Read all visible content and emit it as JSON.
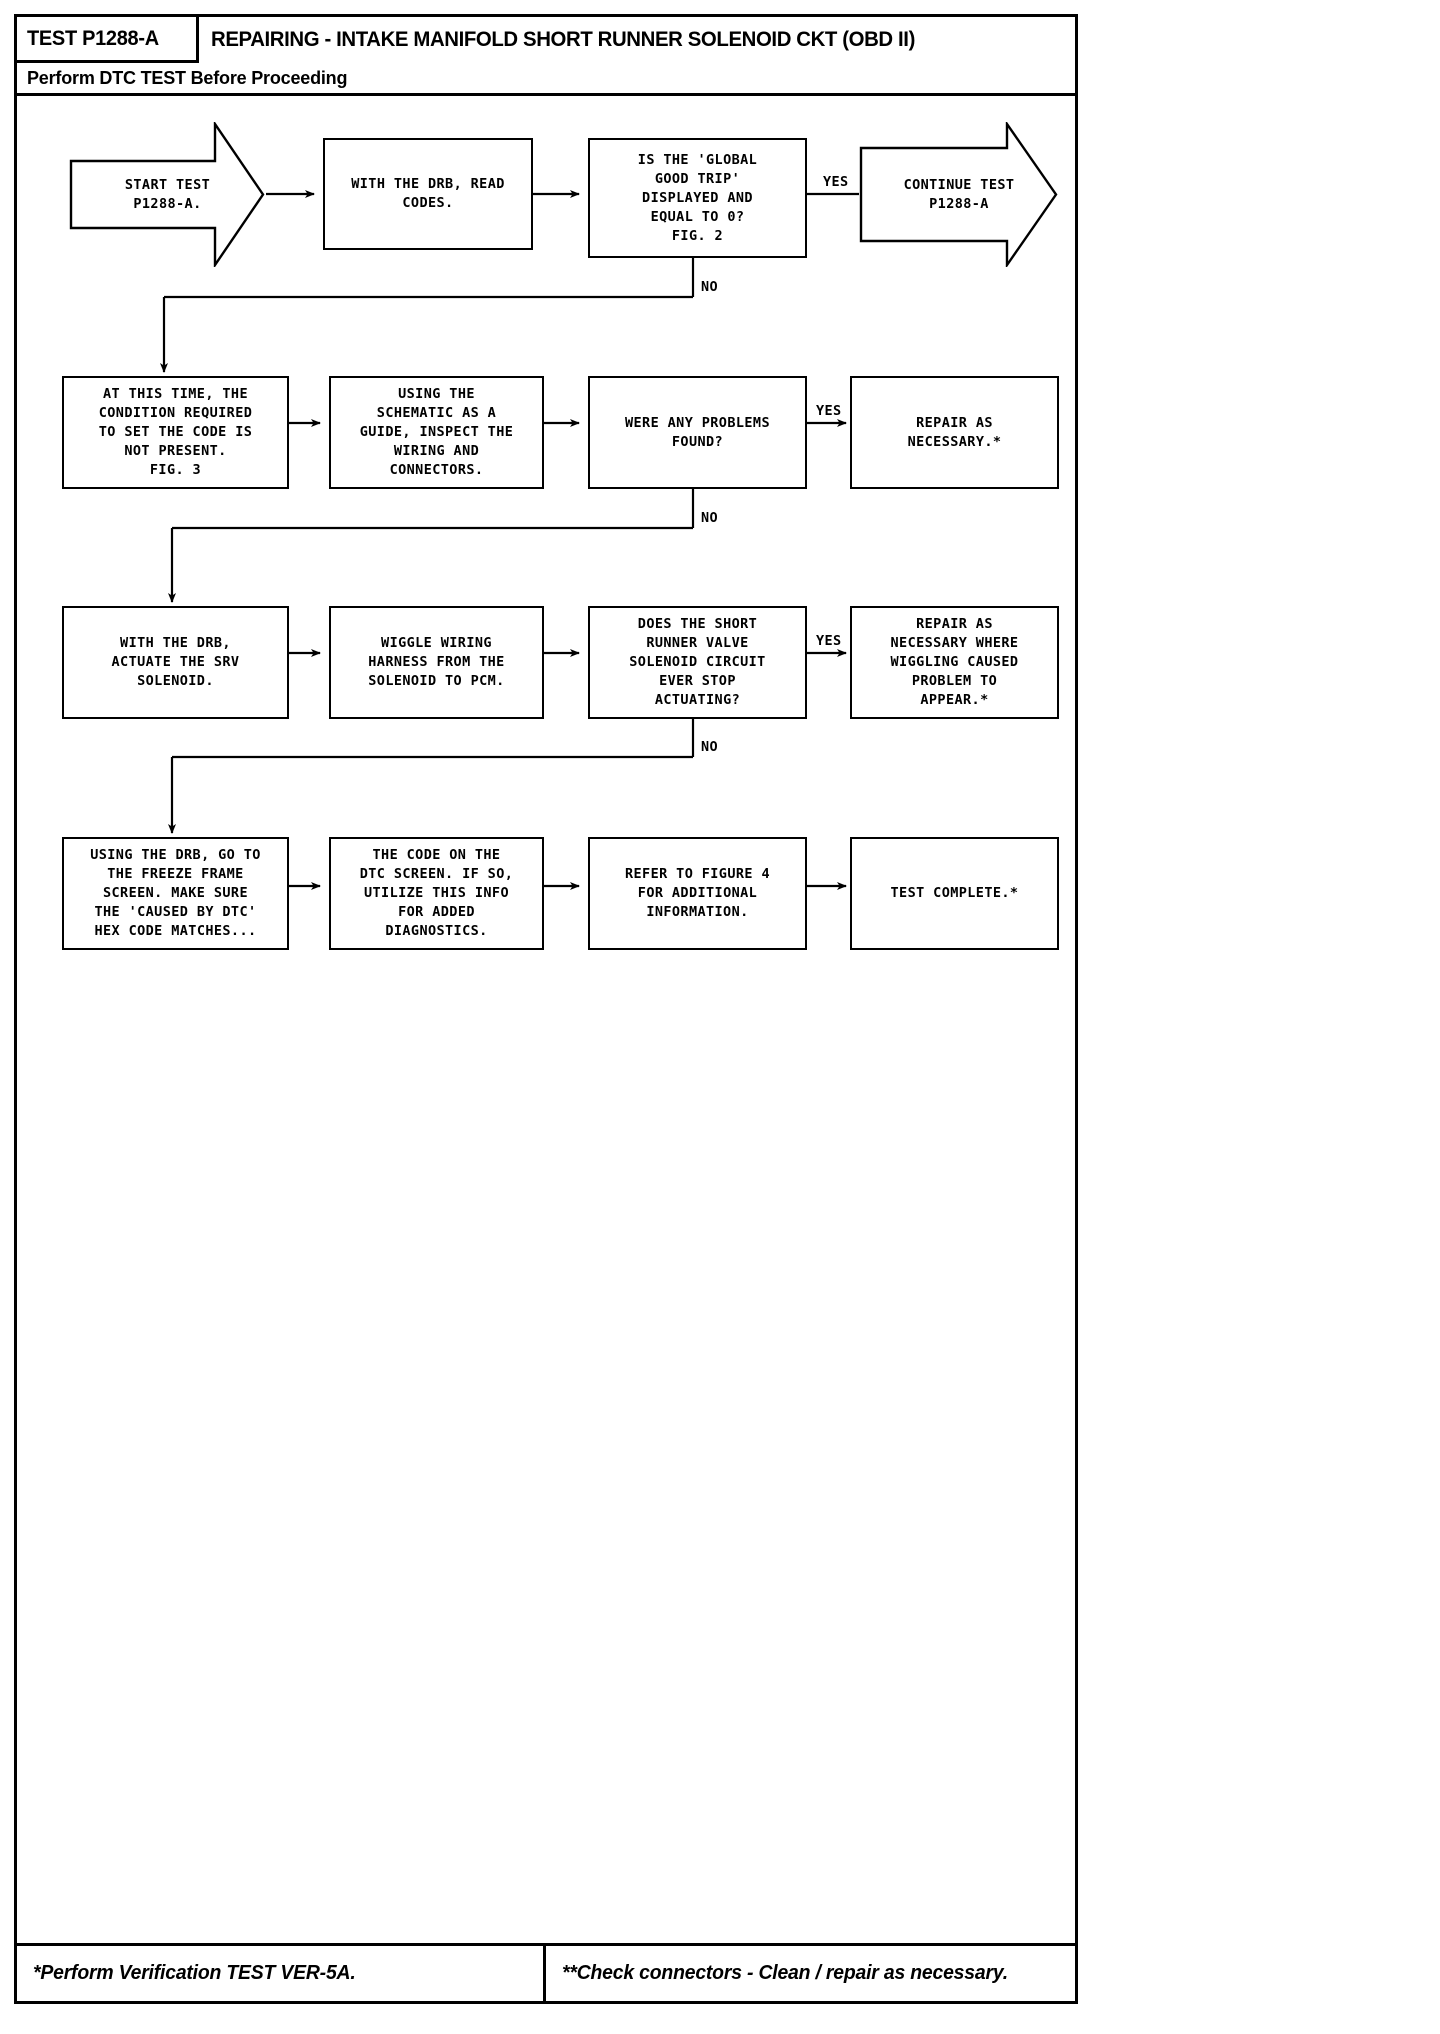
{
  "header": {
    "test_id": "TEST P1288-A",
    "title": "REPAIRING - INTAKE MANIFOLD SHORT RUNNER SOLENOID CKT (OBD II)",
    "subtitle": "Perform DTC TEST Before Proceeding"
  },
  "flow": {
    "nodes": [
      {
        "id": "start",
        "shape": "arrow-right",
        "text": "START TEST\nP1288-A."
      },
      {
        "id": "read-codes",
        "shape": "box",
        "text": "WITH THE DRB, READ\nCODES."
      },
      {
        "id": "ggt-check",
        "shape": "box",
        "text": "IS THE 'GLOBAL\nGOOD TRIP'\nDISPLAYED AND\nEQUAL TO 0?\nFIG. 2"
      },
      {
        "id": "continue",
        "shape": "arrow-right",
        "text": "CONTINUE TEST\nP1288-A"
      },
      {
        "id": "not-present",
        "shape": "box",
        "text": "AT THIS TIME, THE\nCONDITION REQUIRED\nTO SET THE CODE IS\nNOT PRESENT.\nFIG. 3"
      },
      {
        "id": "inspect",
        "shape": "box",
        "text": "USING THE\nSCHEMATIC AS A\nGUIDE, INSPECT THE\nWIRING AND\nCONNECTORS."
      },
      {
        "id": "problems",
        "shape": "box",
        "text": "WERE ANY PROBLEMS\nFOUND?"
      },
      {
        "id": "repair1",
        "shape": "box",
        "text": "REPAIR AS\nNECESSARY.*"
      },
      {
        "id": "actuate",
        "shape": "box",
        "text": "WITH THE DRB,\nACTUATE THE SRV\nSOLENOID."
      },
      {
        "id": "wiggle",
        "shape": "box",
        "text": "WIGGLE WIRING\nHARNESS FROM THE\nSOLENOID TO PCM."
      },
      {
        "id": "stop-act",
        "shape": "box",
        "text": "DOES THE SHORT\nRUNNER VALVE\nSOLENOID CIRCUIT\nEVER STOP\nACTUATING?"
      },
      {
        "id": "repair2",
        "shape": "box",
        "text": "REPAIR AS\nNECESSARY WHERE\nWIGGLING CAUSED\nPROBLEM TO\nAPPEAR.*"
      },
      {
        "id": "freeze",
        "shape": "box",
        "text": "USING THE DRB, GO TO\nTHE FREEZE FRAME\nSCREEN. MAKE SURE\nTHE 'CAUSED BY DTC'\nHEX CODE MATCHES..."
      },
      {
        "id": "dtc-screen",
        "shape": "box",
        "text": "THE CODE ON THE\nDTC SCREEN. IF SO,\nUTILIZE THIS INFO\nFOR ADDED\nDIAGNOSTICS."
      },
      {
        "id": "refer-fig4",
        "shape": "box",
        "text": "REFER TO FIGURE 4\nFOR ADDITIONAL\nINFORMATION."
      },
      {
        "id": "complete",
        "shape": "box",
        "text": "TEST COMPLETE.*"
      }
    ],
    "edge_labels": [
      {
        "id": "yes-1",
        "text": "YES"
      },
      {
        "id": "no-1",
        "text": "NO"
      },
      {
        "id": "yes-2",
        "text": "YES"
      },
      {
        "id": "no-2",
        "text": "NO"
      },
      {
        "id": "yes-3",
        "text": "YES"
      },
      {
        "id": "no-3",
        "text": "NO"
      }
    ]
  },
  "footer": {
    "left": "*Perform Verification TEST VER-5A.",
    "right": "**Check connectors - Clean / repair as necessary."
  }
}
